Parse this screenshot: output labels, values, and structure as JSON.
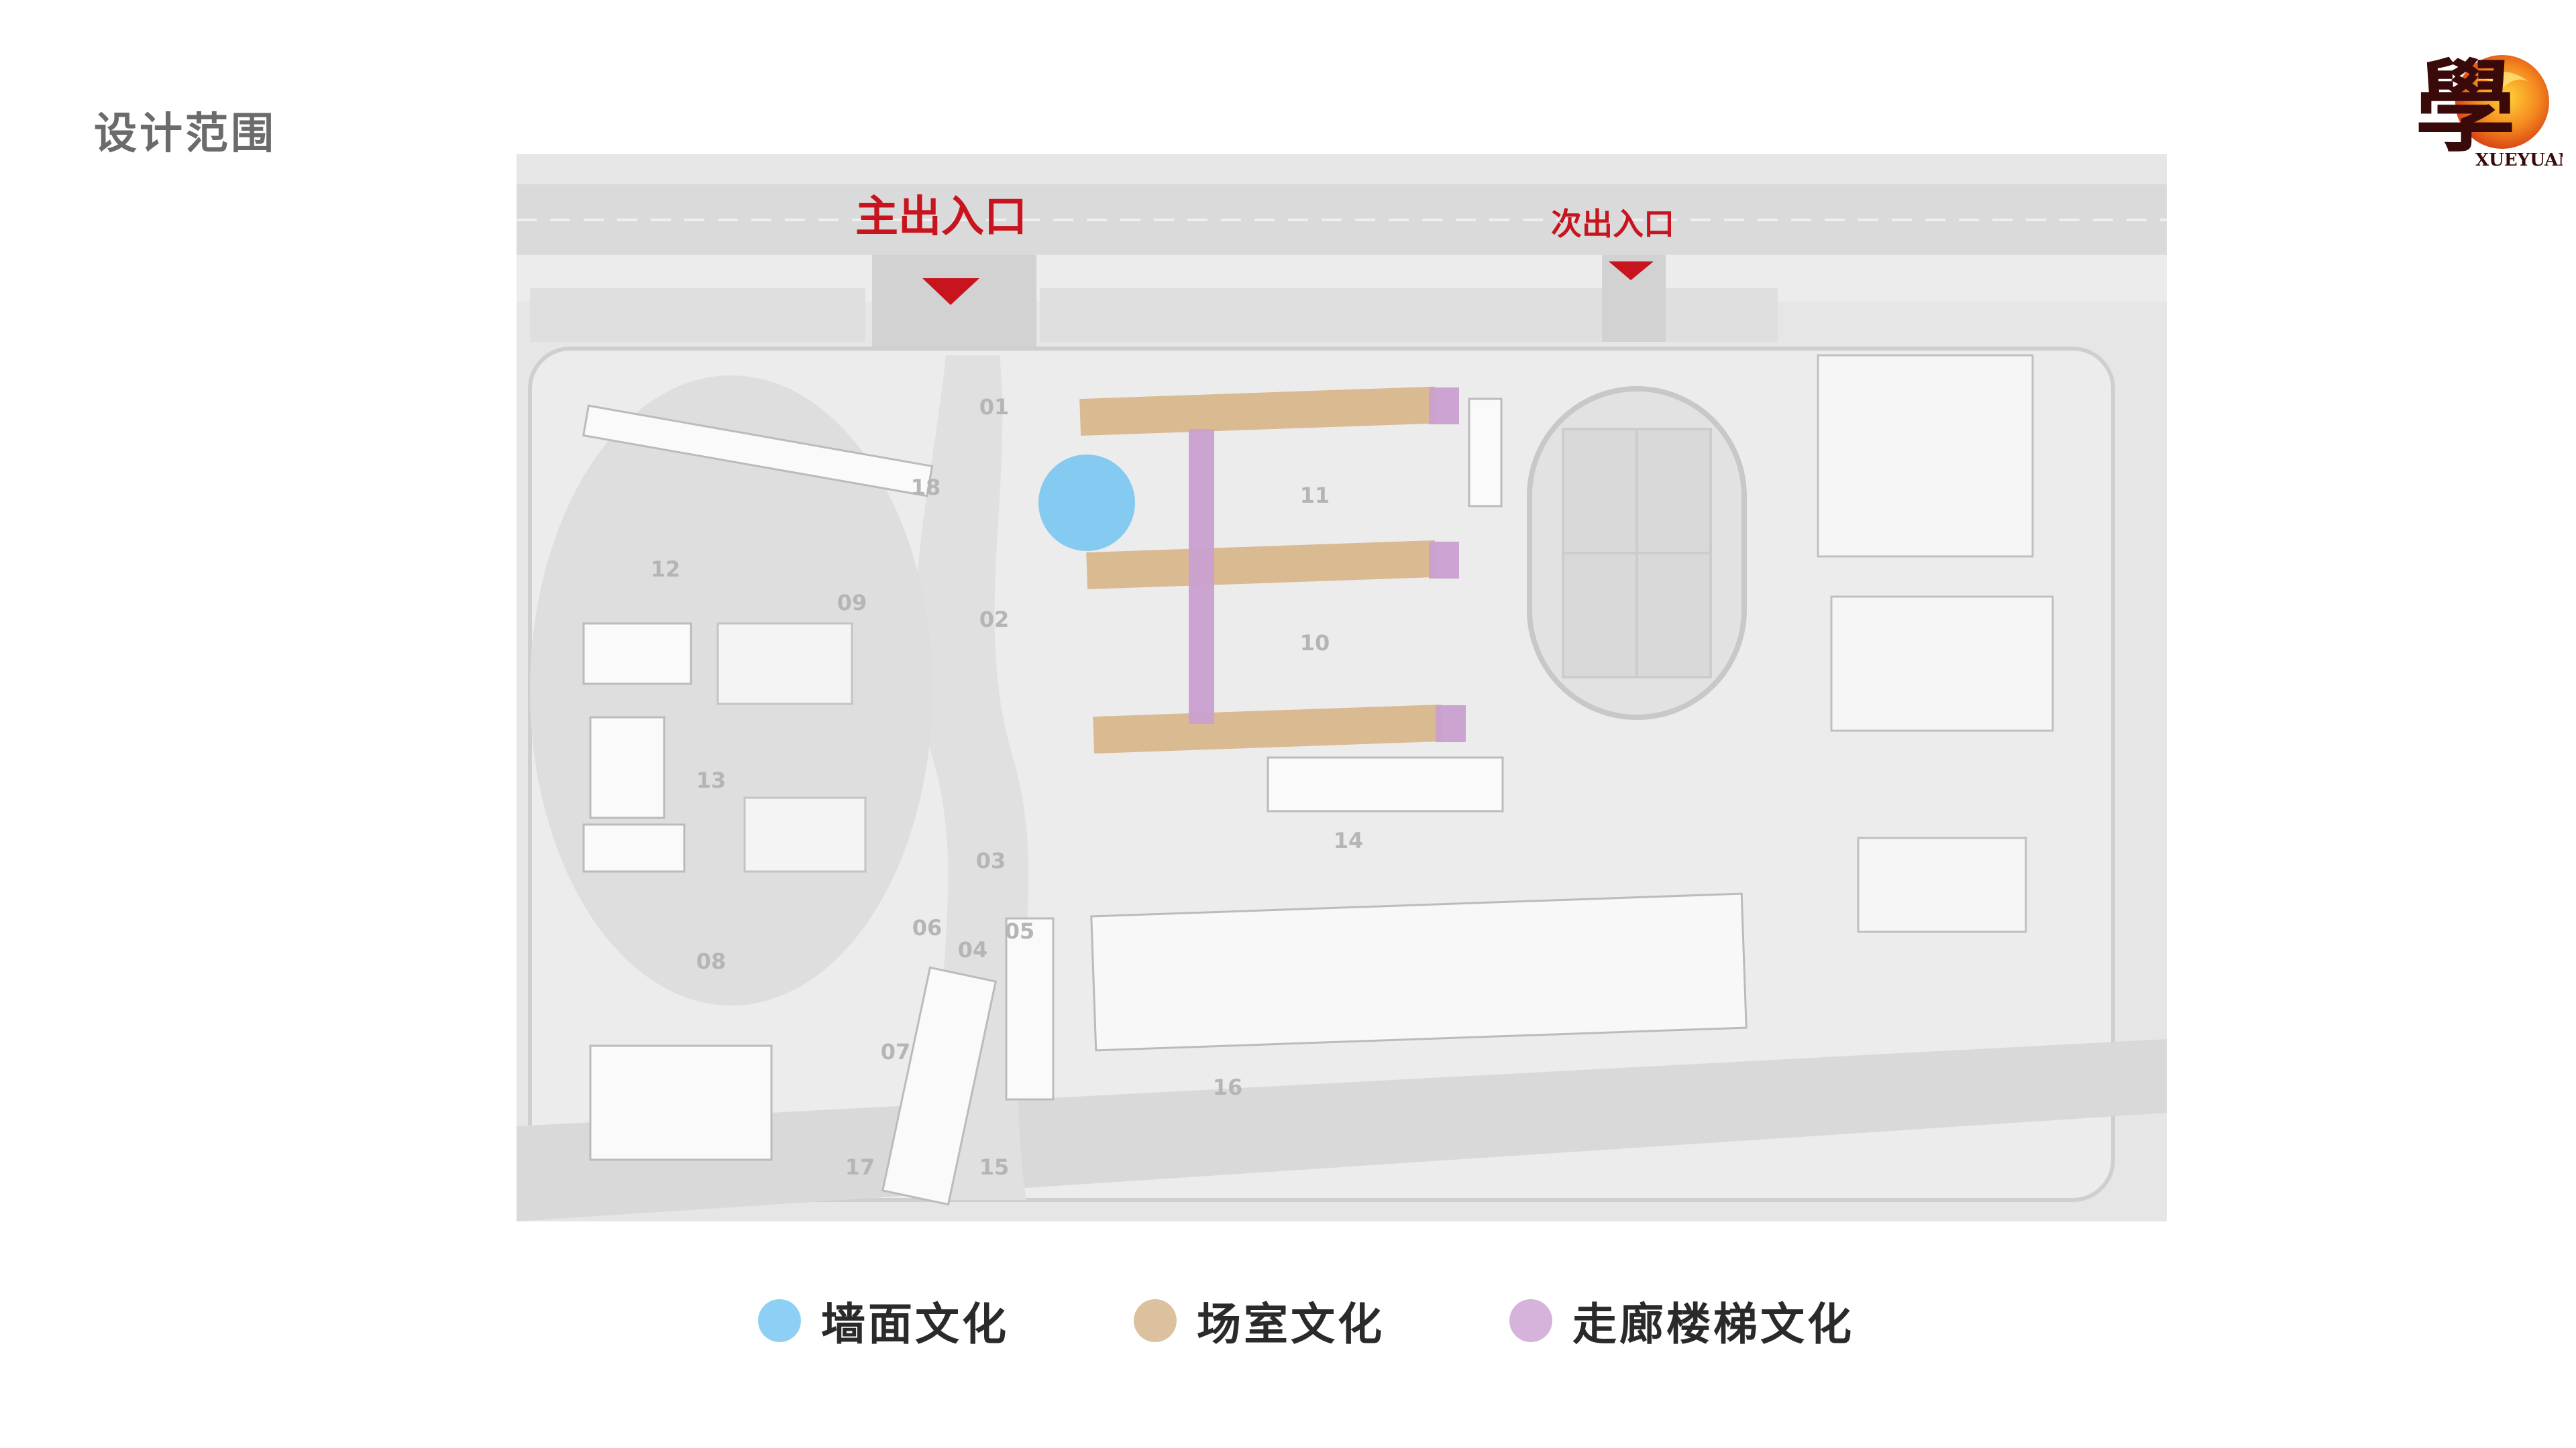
{
  "page": {
    "title": "设计范围"
  },
  "logo": {
    "glyph": "學",
    "text": "XUEYUAN"
  },
  "map": {
    "entrances": [
      {
        "id": "main",
        "label": "主出入口"
      },
      {
        "id": "secondary",
        "label": "次出入口"
      }
    ],
    "zone_labels": [
      "01",
      "02",
      "03",
      "04",
      "05",
      "06",
      "07",
      "08",
      "09",
      "10",
      "11",
      "12",
      "13",
      "14",
      "15",
      "16",
      "17",
      "18"
    ]
  },
  "legend": {
    "items": [
      {
        "id": "wall",
        "label": "墙面文化",
        "color": "#8ecff5"
      },
      {
        "id": "room",
        "label": "场室文化",
        "color": "#dcc19f"
      },
      {
        "id": "corridor",
        "label": "走廊楼梯文化",
        "color": "#d6b3da"
      }
    ]
  },
  "colors": {
    "entrance_red": "#c8141e",
    "wall_culture": "#7fc8f0",
    "room_culture": "#d9b78c",
    "corridor_culture": "#c9a0d0"
  }
}
